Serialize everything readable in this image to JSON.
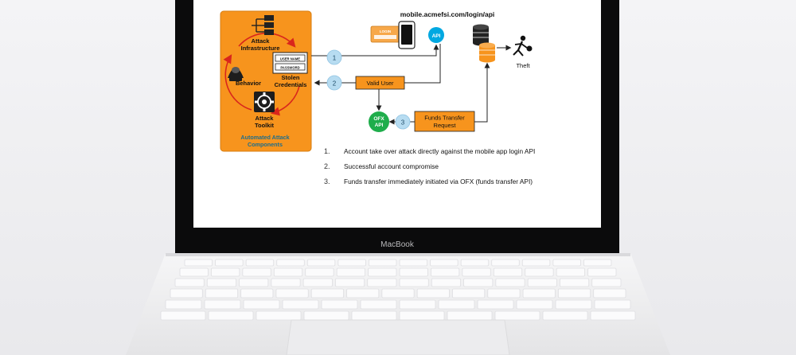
{
  "laptop": {
    "brand": "MacBook"
  },
  "diagram": {
    "url": "mobile.acmefsi.com/login/api",
    "panel": {
      "attack_infrastructure": [
        "Attack",
        "Infrastructure"
      ],
      "behavior": "Behavior",
      "stolen_credentials": [
        "Stolen",
        "Credentials"
      ],
      "attack_toolkit": [
        "Attack",
        "Toolkit"
      ],
      "automated_components": [
        "Automated Attack",
        "Components"
      ],
      "login_card": {
        "username": "USER NAME",
        "password": "PASSWORD"
      }
    },
    "login_tag": "LOGIN",
    "api_node": "API",
    "ofx_node": [
      "OFX",
      "API"
    ],
    "valid_user": "Valid User",
    "funds_transfer": [
      "Funds Transfer",
      "Request"
    ],
    "theft": "Theft",
    "steps": [
      "1",
      "2",
      "3"
    ],
    "list": [
      {
        "num": "1.",
        "text": "Account take over attack directly against the mobile app login API"
      },
      {
        "num": "2.",
        "text": "Successful account compromise"
      },
      {
        "num": "3.",
        "text": "Funds transfer immediately initiated via OFX (funds transfer API)"
      }
    ]
  },
  "colors": {
    "orange": "#f7941d",
    "api_blue": "#00a8e1",
    "ofx_green": "#1fad4b",
    "step_circle": "#b7dcf1",
    "red": "#d9261c"
  }
}
